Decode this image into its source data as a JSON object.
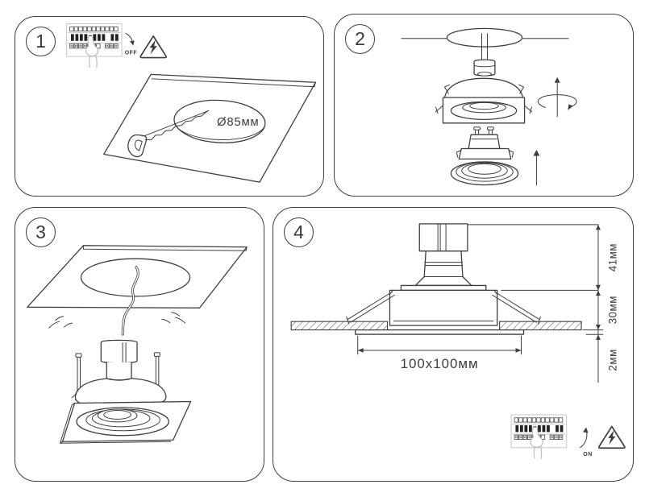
{
  "colors": {
    "line": "#3e3e3e",
    "light_line": "#c6c6c6",
    "hand_line": "#b9b9b9",
    "background": "#ffffff"
  },
  "panels": [
    {
      "number": "1",
      "labels": {
        "switch_state": "OFF",
        "hole_diameter": "Ø85мм"
      }
    },
    {
      "number": "2",
      "labels": {}
    },
    {
      "number": "3",
      "labels": {}
    },
    {
      "number": "4",
      "labels": {
        "height_above_ceiling": "41мм",
        "recess_depth": "30мм",
        "trim_thickness": "2мм",
        "cutout_size": "100x100мм",
        "switch_state": "ON"
      }
    }
  ]
}
